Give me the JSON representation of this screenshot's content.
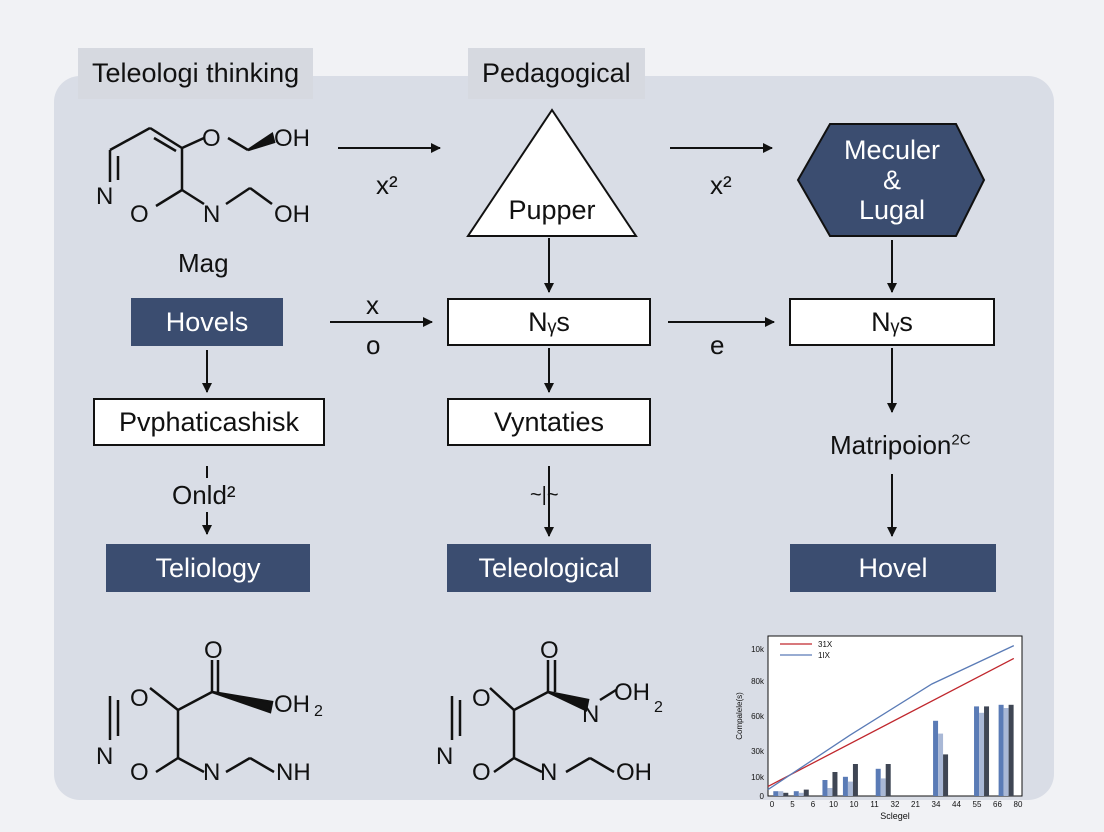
{
  "headers": {
    "left": "Teleologi thinking",
    "center": "Pedagogical"
  },
  "top_row": {
    "molecule_label": "Mag",
    "center_shape": "Pupper",
    "right_shape_lines": [
      "Meculer",
      "&",
      "Lugal"
    ],
    "arrow_label_1": "x²",
    "arrow_label_2": "x²"
  },
  "middle_row": {
    "left_box": "Hovels",
    "center_box": "Nᵧs",
    "right_box": "Nᵧs",
    "arrow_left_top": "x",
    "arrow_left_bottom": "o",
    "arrow_right_label": "e"
  },
  "lower_row": {
    "left_box": "Pvphaticashisk",
    "center_box": "Vyntaties",
    "right_text": "Matripoion",
    "right_text_sup": "2C",
    "left_arrow_label": "Onld²",
    "center_arrow_label": "~|~"
  },
  "bottom_row": {
    "left": "Teliology",
    "center": "Teleological",
    "right": "Hovel"
  },
  "molecules": {
    "top": [
      "N",
      "O",
      "O",
      "OH",
      "N",
      "OH"
    ],
    "bottom_left": [
      "O",
      "N",
      "O",
      "O",
      "OH",
      "2",
      "N",
      "NH"
    ],
    "bottom_center": [
      "O",
      "N",
      "O",
      "O",
      "N",
      "OH",
      "2",
      "N",
      "OH"
    ]
  },
  "chart_data": {
    "type": "bar",
    "title": "",
    "xlabel": "Sclegel",
    "ylabel": "Compalele(s)",
    "yticks": [
      "0",
      "10k",
      "30k",
      "60k",
      "80k",
      "10k"
    ],
    "xticks": [
      "0",
      "5",
      "6",
      "10",
      "10",
      "11",
      "32",
      "21",
      "34",
      "44",
      "55",
      "66",
      "80"
    ],
    "legend": [
      "31X",
      "1IX"
    ],
    "legend_placement": "top-left",
    "colors": {
      "red": "#c0272d",
      "blue": "#5a7bb6",
      "light": "#a9b8d6",
      "dark": "#3f4654",
      "navy": "#2f4a85"
    },
    "series": [
      {
        "name": "31X",
        "kind": "line",
        "points": [
          [
            0,
            6
          ],
          [
            60,
            86
          ]
        ]
      },
      {
        "name": "1IX",
        "kind": "line",
        "points": [
          [
            0,
            4
          ],
          [
            20,
            38
          ],
          [
            40,
            70
          ],
          [
            60,
            94
          ]
        ]
      }
    ],
    "bars": [
      {
        "x": 3,
        "values": [
          3,
          3,
          2
        ]
      },
      {
        "x": 8,
        "values": [
          3,
          2,
          4
        ]
      },
      {
        "x": 15,
        "values": [
          10,
          5,
          15
        ]
      },
      {
        "x": 20,
        "values": [
          12,
          9,
          20
        ]
      },
      {
        "x": 28,
        "values": [
          17,
          11,
          20
        ]
      },
      {
        "x": 42,
        "values": [
          47,
          39,
          26
        ]
      },
      {
        "x": 52,
        "values": [
          56,
          52,
          56
        ]
      },
      {
        "x": 58,
        "values": [
          57,
          55,
          57
        ]
      }
    ]
  }
}
